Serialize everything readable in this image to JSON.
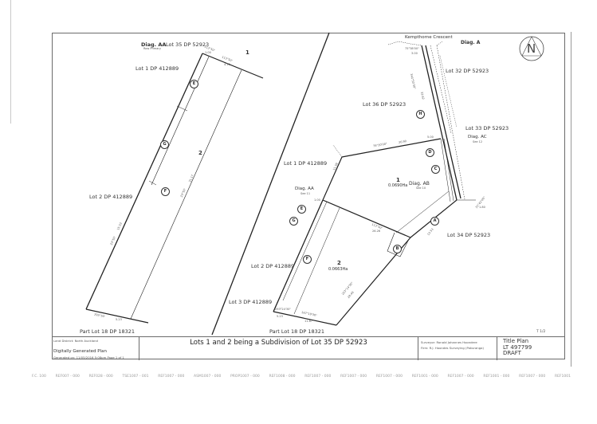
{
  "plan": {
    "compass": {
      "symbol": "N"
    },
    "road": "Kempthorne Crescent",
    "diagrams": {
      "diag_a": "Diag. A",
      "diag_aa_top": "Diag. AA",
      "diag_aa_top_sub": "Row Primary",
      "diag_aa_mid": "Diag. AA",
      "diag_aa_mid_sub": "See 11",
      "diag_ab": "Diag. AB",
      "diag_ab_sub": "See 10",
      "diag_ac": "Diag. AC",
      "diag_ac_sub": "See 12"
    },
    "adjoining_lots": {
      "lot35_top": "Lot 35 DP 52923",
      "lot1_left": "Lot 1 DP 412889",
      "lot2_left": "Lot 2 DP 412889",
      "part_lot18_left": "Part Lot 18 DP 18321",
      "lot1_mid": "Lot 1 DP 412889",
      "lot2_mid": "Lot 2 DP 412889",
      "lot3_mid": "Lot 3 DP 412889",
      "part_lot18_mid": "Part Lot 18 DP 18321",
      "lot36": "Lot 36 DP 52923",
      "lot32": "Lot 32 DP 52923",
      "lot33": "Lot 33 DP 52923",
      "lot34": "Lot 34 DP 52923"
    },
    "new_lots": [
      {
        "number": "1",
        "area": "0.0690Ha"
      },
      {
        "number": "2",
        "area": "0.0663Ha"
      }
    ],
    "left_detail_lots": {
      "lot1": "1",
      "lot2": "2"
    },
    "easement_markers": [
      "A",
      "B",
      "C",
      "D",
      "E",
      "F",
      "G",
      "H"
    ],
    "dimensions": {
      "d_113_top": "113°50'",
      "d_113_top_len": "1.00",
      "d_113_right": "113°50'",
      "d_113_right_len": "4.12",
      "d_203_left": "293°50'",
      "d_203_left_len": "5.23",
      "d_23_long": "23°50'",
      "d_23_long_len": "31.17",
      "d_23_left": "23°50'",
      "d_23_left_len": "15.53",
      "d_113_mid": "113°50'",
      "d_113_mid_len": "1.00",
      "d_113_b": "113°50'",
      "d_113_b_len": "26.26",
      "d_79": "79°30'00\"",
      "d_79_len": "26.90",
      "d_84_len": "5.00",
      "d_344": "344°50'30\"",
      "d_344_len": "33.62",
      "d_75": "75°38'00\"",
      "d_75_len": "3.00",
      "d_223": "223°14'30\"",
      "d_223_len": "28.49",
      "d_203_mid": "293°24'30\"",
      "d_203_mid_len": "5.23",
      "d_167": "167°19'30\"",
      "d_167_len": "11.87",
      "d_212_len": "13.53",
      "d_lot1_side_len": "11.56",
      "d_31": "31°42'00\"",
      "d_31_len": "1.80"
    },
    "sheet_ref": "T 1/2"
  },
  "title_block": {
    "land_district": "Land District: North Auckland",
    "plan_type": "Digitally Generated Plan",
    "generated": "Generated on: 11/05/2016 5:08pm Page 1 of 1",
    "title": "Lots 1 and 2 being a Subdivision of Lot 35 DP 52923",
    "surveyor": "Surveyor: Ronald Johannes Hoondere",
    "firm": "Firm: R.J. Hoondes Surveying (Pakuranga)",
    "plan_label": "Title Plan",
    "plan_number": "LT 497799",
    "status": "DRAFT"
  },
  "footer_codes": [
    "F.C. 100",
    "REF007 - 000",
    "REF028 - 000",
    "TSE1007 - 001",
    "REF1007 - 000",
    "ASM1007 - 000",
    "PROP1007 - 000",
    "REF1008 - 000",
    "REF1007 - 000",
    "REF1007 - 000",
    "REF1007 - 000",
    "REF1001 - 000",
    "REF1007 - 000",
    "REF1001 - 000",
    "REF1007 - 000",
    "REF1001"
  ]
}
